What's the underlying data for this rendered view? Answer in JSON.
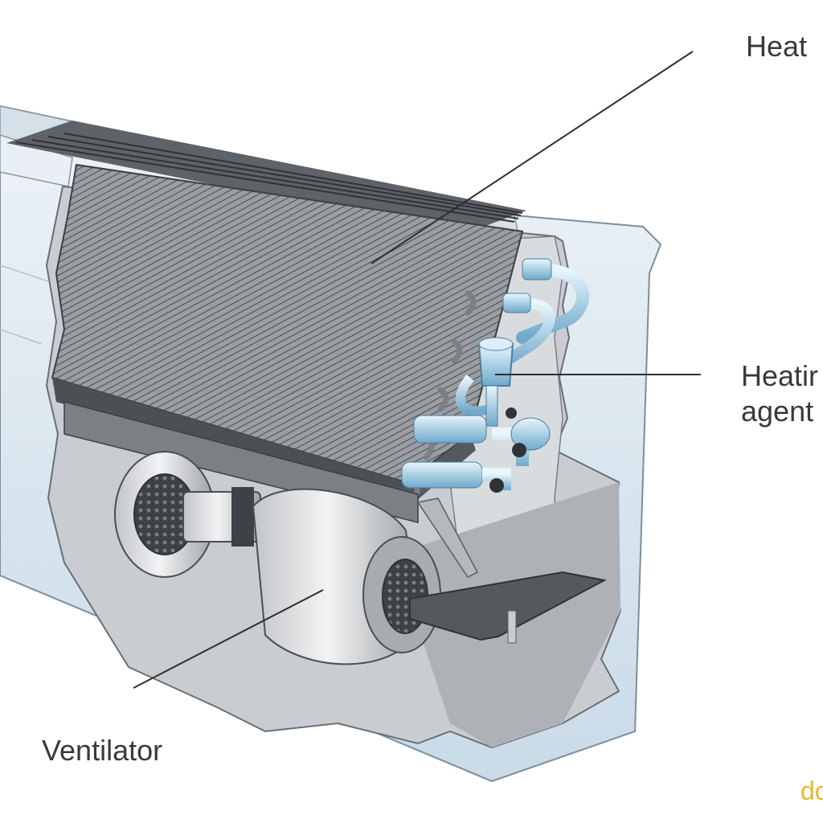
{
  "labels": {
    "heat_exchanger": "Heat",
    "heating_agent": "Heatir\nagent",
    "ventilator": "Ventilator"
  },
  "logo_text": "do",
  "colors": {
    "housing": "#dfe8f0",
    "coil": "#8c8f94",
    "metal": "#b8bcc1",
    "pipes": "#a9d3ea",
    "line": "#2e2e2e",
    "logo": "#f0b32a"
  }
}
